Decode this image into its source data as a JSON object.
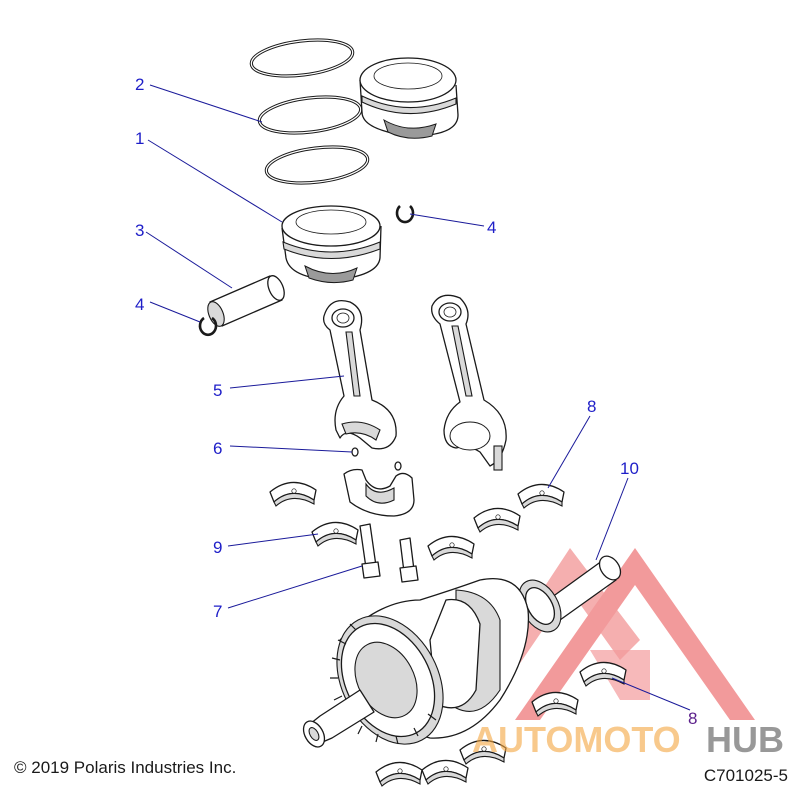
{
  "callouts": [
    {
      "id": "c1",
      "label": "1"
    },
    {
      "id": "c2",
      "label": "2"
    },
    {
      "id": "c3",
      "label": "3"
    },
    {
      "id": "c4a",
      "label": "4"
    },
    {
      "id": "c4b",
      "label": "4"
    },
    {
      "id": "c5",
      "label": "5"
    },
    {
      "id": "c6",
      "label": "6"
    },
    {
      "id": "c7",
      "label": "7"
    },
    {
      "id": "c8a",
      "label": "8"
    },
    {
      "id": "c8b",
      "label": "8"
    },
    {
      "id": "c9",
      "label": "9"
    },
    {
      "id": "c10",
      "label": "10"
    }
  ],
  "footer": {
    "copyright": "© 2019 Polaris Industries Inc.",
    "figure_id": "C701025-5"
  },
  "watermark": {
    "text_part1": "AUTOMOTO",
    "text_part2": "HUB",
    "color_primary": "#e8494a",
    "color_secondary": "#f4a640",
    "color_tertiary": "#555555"
  },
  "colors": {
    "callout_text": "#1e1ec8",
    "leader_line": "#1a1a9a"
  }
}
